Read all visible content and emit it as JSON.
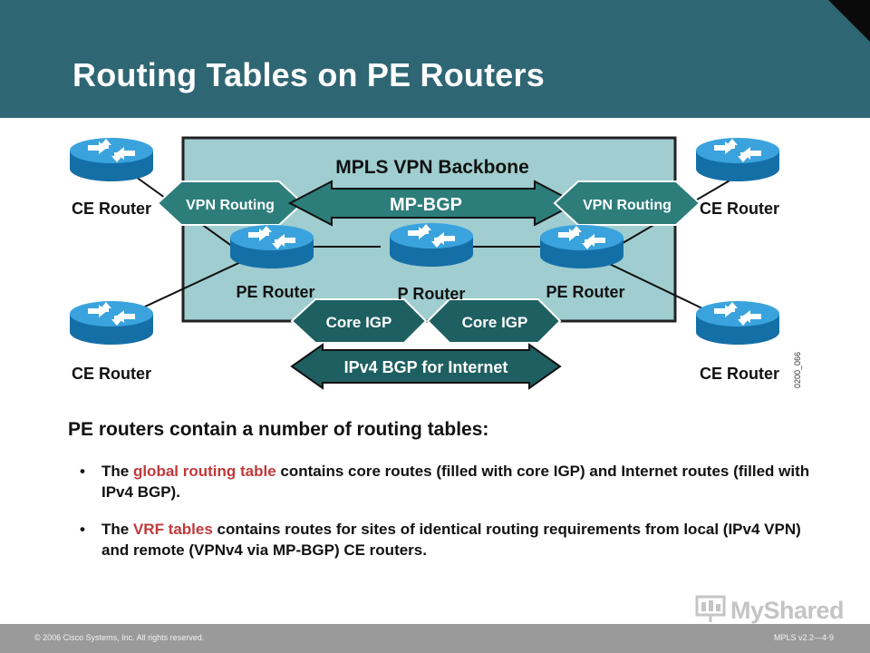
{
  "slide": {
    "title": "Routing Tables on PE Routers"
  },
  "diagram": {
    "backbone_label": "MPLS VPN Backbone",
    "routers": {
      "ce_top_left": "CE Router",
      "ce_bottom_left": "CE Router",
      "ce_top_right": "CE Router",
      "ce_bottom_right": "CE Router",
      "pe_left": "PE Router",
      "p_center": "P Router",
      "pe_right": "PE Router"
    },
    "arrows": {
      "vpn_routing_left": "VPN Routing",
      "mp_bgp": "MP-BGP",
      "vpn_routing_right": "VPN Routing",
      "core_igp_left": "Core IGP",
      "core_igp_right": "Core IGP",
      "ipv4_bgp": "IPv4 BGP for Internet"
    },
    "figure_id": "0200_066"
  },
  "body": {
    "lead": "PE routers contain a number of routing tables:",
    "bullet_symbol": "•",
    "bullet1": {
      "pre": "The ",
      "highlight": "global routing table",
      "post": " contains core routes (filled with core IGP) and Internet routes (filled with IPv4 BGP)."
    },
    "bullet2": {
      "pre": "The ",
      "highlight": "VRF tables",
      "post": " contains routes for sites of identical routing requirements from local (IPv4 VPN) and remote (VPNv4 via MP-BGP) CE routers."
    }
  },
  "footer": {
    "copyright": "© 2006 Cisco Systems, Inc. All rights reserved.",
    "course": "MPLS v2.2—4-9",
    "logo_text": "MyShared"
  },
  "colors": {
    "header": "#2f6674",
    "backbone": "#9fcdd0",
    "arrow_teal": "#2d7d7b",
    "arrow_dark": "#1e5f61",
    "router_blue": "#1e88c9",
    "highlight": "#c0393b",
    "footer": "#9a9a9a"
  }
}
